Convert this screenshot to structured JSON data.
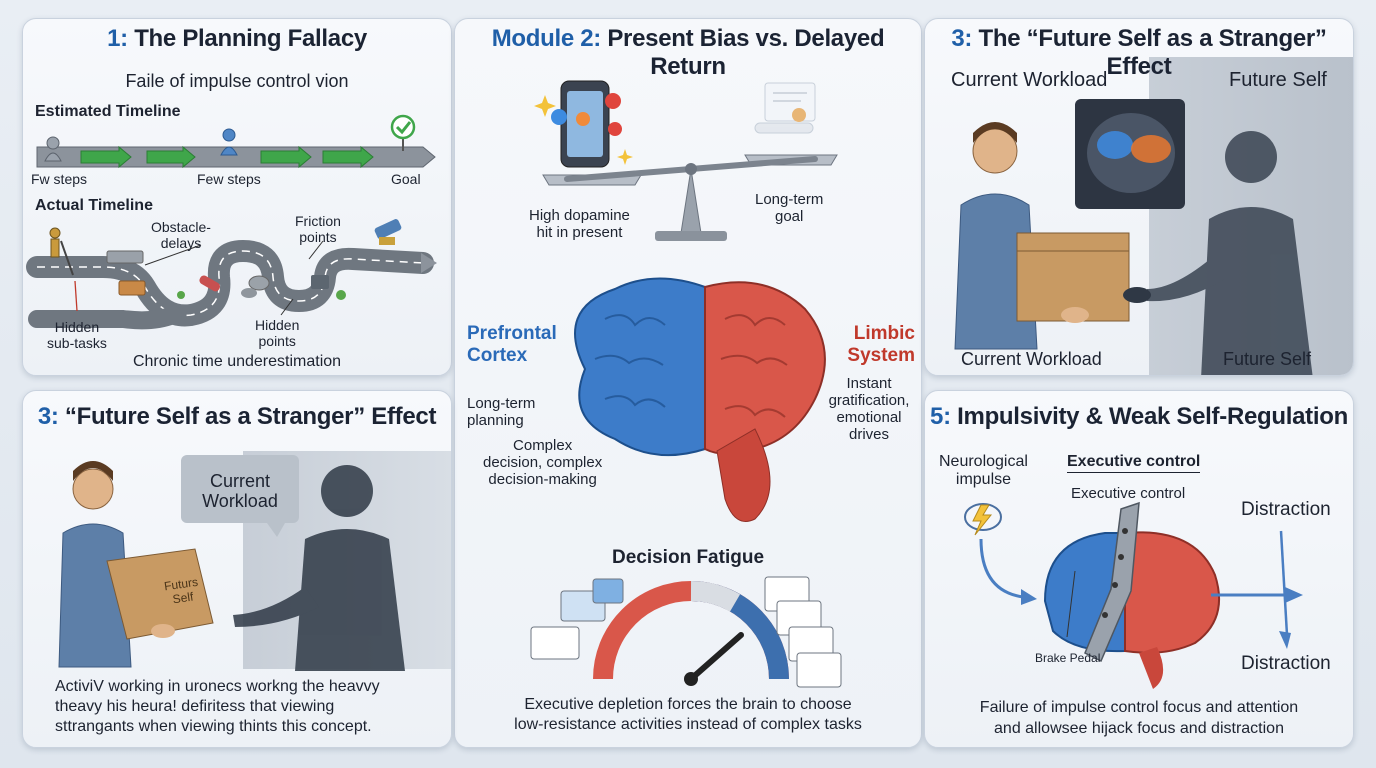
{
  "panel1": {
    "num": "1:",
    "title": " The Planning Fallacy",
    "subtitle": "Faile of impulse control vion",
    "estimated_label": "Estimated Timeline",
    "step1": "Fw steps",
    "step2": "Few steps",
    "goal": "Goal",
    "actual_label": "Actual Timeline",
    "obstacle": "Obstacle-\ndelays",
    "friction": "Friction\npoints",
    "hidden_sub": "Hidden\nsub-tasks",
    "hidden_points": "Hidden\npoints",
    "caption": "Chronic time underestimation"
  },
  "panel2": {
    "num": "Module 2:",
    "title": " Present Bias vs. Delayed Return",
    "left_label": "High dopamine\nhit in present",
    "right_label": "Long-term\ngoal",
    "pfc_title": "Prefrontal\nCortex",
    "pfc_desc1": "Long-term\nplanning",
    "pfc_desc2": "Complex\ndecision, complex\ndecision-making",
    "limbic_title": "Limbic\nSystem",
    "limbic_desc": "Instant\ngratification,\nemotional\ndrives",
    "fatigue_title": "Decision Fatigue",
    "caption": "Executive depletion forces the brain to choose\nlow-resistance activities instead of complex tasks"
  },
  "panel3": {
    "num": "3:",
    "title": " The “Future Self as a Stranger” Effect",
    "top_left": "Current Workload",
    "top_right": "Future Self",
    "bottom_left": "Current Workload",
    "bottom_right": "Future Self"
  },
  "panel4": {
    "num": "3:",
    "title": " “Future Self as a Stranger” Effect",
    "bubble": "Current\nWorkload",
    "box_text": "Futurs\nSelf",
    "caption": "ActiviV working in uronecs workng the heavvy\ntheavy his heura! defiritess that viewing\nsttrangants when viewing thints this concept."
  },
  "panel5": {
    "num": "5:",
    "title": " Impulsivity & Weak Self-Regulation",
    "impulse": "Neurological\nimpulse",
    "exec_bold": "Executive control",
    "exec_plain": "Executive control",
    "distraction1": "Distraction",
    "distraction2": "Distraction",
    "brake": "Brake Pedal",
    "caption": "Failure of impulse control focus and attention\nand allowsee hijack focus and distraction"
  },
  "colors": {
    "accent_blue": "#1f5fa8",
    "arrow_green": "#3fa64a",
    "brain_blue": "#3d7cc9",
    "brain_red": "#d9574a",
    "shadow": "#2e3947"
  }
}
